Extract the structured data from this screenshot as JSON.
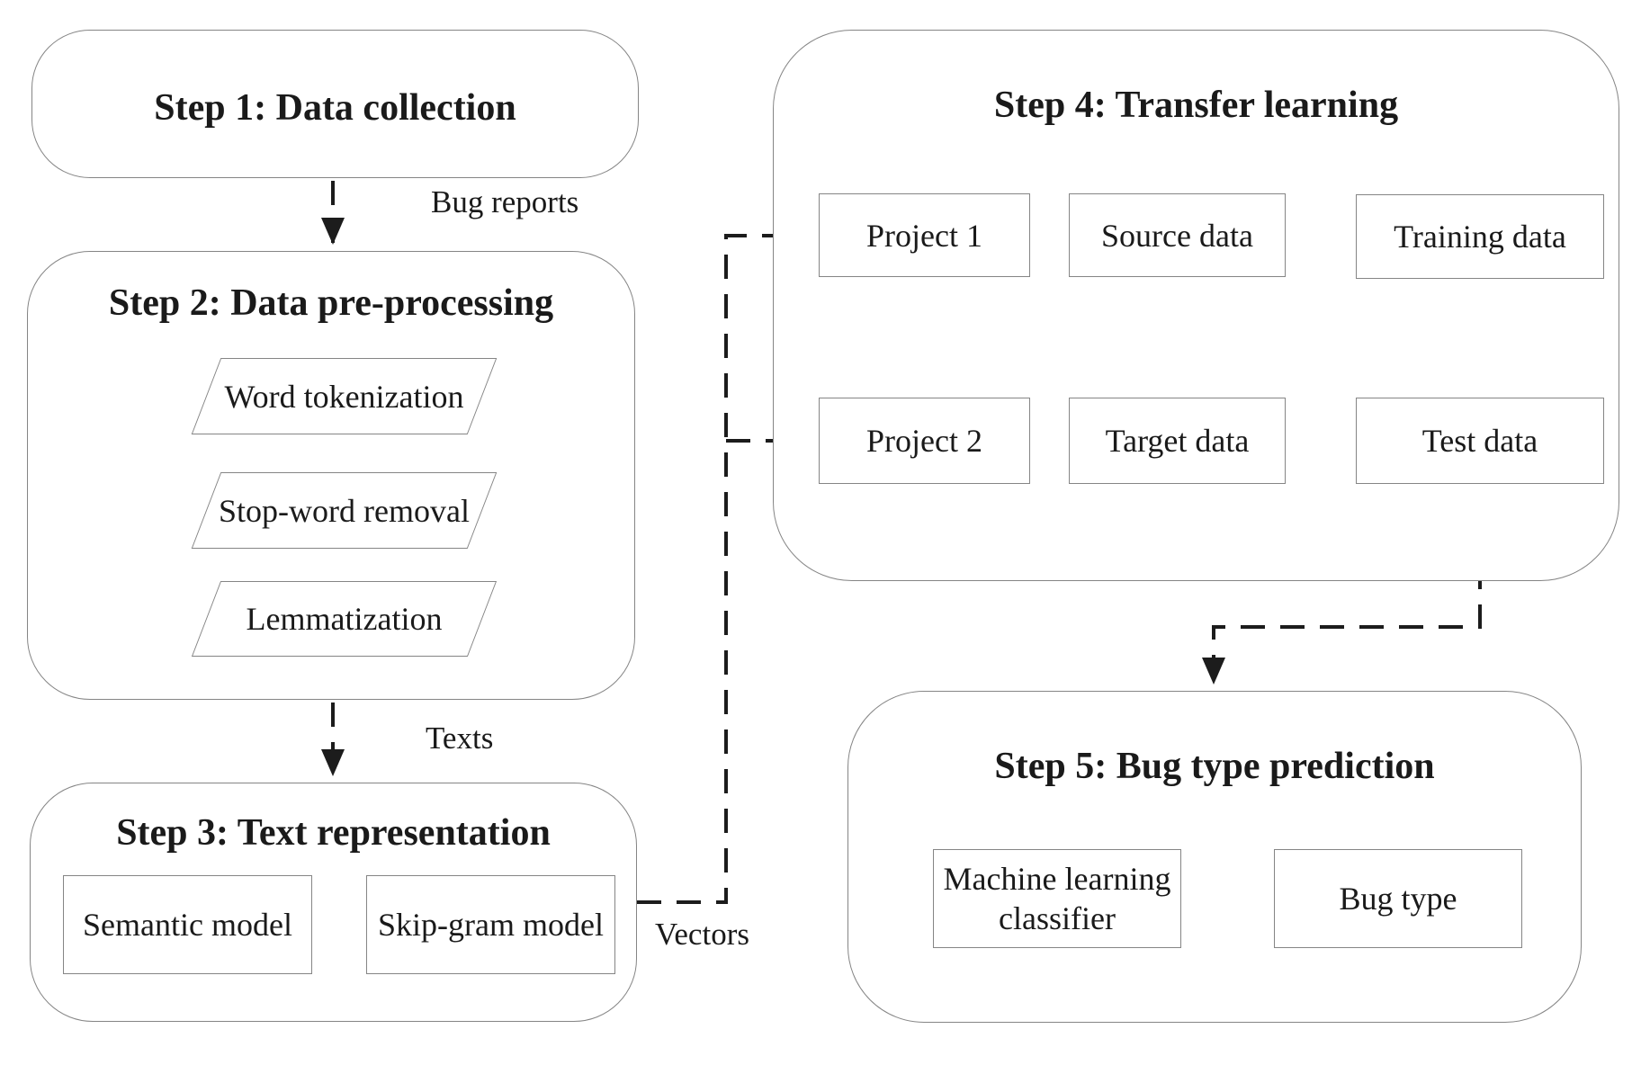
{
  "step1": {
    "title": "Step 1: Data collection"
  },
  "step2": {
    "title": "Step 2: Data pre-processing",
    "stages": [
      "Word tokenization",
      "Stop-word removal",
      "Lemmatization"
    ]
  },
  "step3": {
    "title": "Step 3: Text representation",
    "semantic_model": "Semantic model",
    "skipgram_model": "Skip-gram model"
  },
  "step4": {
    "title": "Step 4: Transfer learning",
    "project1": "Project 1",
    "source_data": "Source data",
    "training_data": "Training data",
    "project2": "Project 2",
    "target_data": "Target data",
    "test_data": "Test data"
  },
  "step5": {
    "title": "Step 5: Bug type prediction",
    "classifier": "Machine learning classifier",
    "bug_type": "Bug type"
  },
  "labels": {
    "bug_reports": "Bug reports",
    "texts": "Texts",
    "vectors": "Vectors"
  },
  "colors": {
    "background": "#ffffff",
    "box_border": "#858585",
    "line": "#1c1c1c",
    "text": "#1a1a1a"
  }
}
